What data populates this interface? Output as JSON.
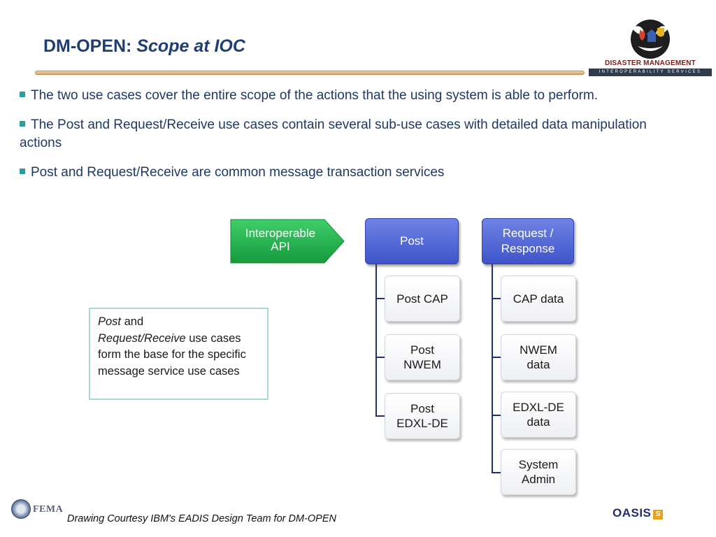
{
  "header": {
    "title_main": "DM-OPEN:",
    "title_sub": "Scope at IOC"
  },
  "logos": {
    "dm_line1": "DISASTER MANAGEMENT",
    "dm_line2": "INTEROPERABILITY SERVICES",
    "fema": "FEMA",
    "oasis": "OASIS",
    "oasis_mark": "S"
  },
  "bullets": [
    "The two use cases cover the entire scope of the actions that the using system is able to perform.",
    "The Post and Request/Receive use cases contain several sub-use cases with detailed data manipulation actions",
    "Post and Request/Receive are common message transaction services"
  ],
  "note": {
    "em1": "Post",
    "t1": " and",
    "em2": "Request/Receive",
    "t2": " use cases form the base for the specific message service use cases"
  },
  "diagram": {
    "api_line1": "Interoperable",
    "api_line2": "API",
    "post": "Post",
    "post_children": [
      [
        "Post CAP"
      ],
      [
        "Post",
        "NWEM"
      ],
      [
        "Post",
        "EDXL-DE"
      ]
    ],
    "request_line1": "Request /",
    "request_line2": "Response",
    "request_children": [
      [
        "CAP data"
      ],
      [
        "NWEM",
        "data"
      ],
      [
        "EDXL-DE",
        "data"
      ],
      [
        "System",
        "Admin"
      ]
    ]
  },
  "footer": {
    "caption": "Drawing Courtesy IBM's EADIS Design Team for DM-OPEN"
  },
  "colors": {
    "title": "#1f3e73",
    "bullet_text": "#1f3864",
    "bullet_marker": "#2a9e9e",
    "api_green": "#1fae4b",
    "head_blue": "#4f63d6"
  }
}
